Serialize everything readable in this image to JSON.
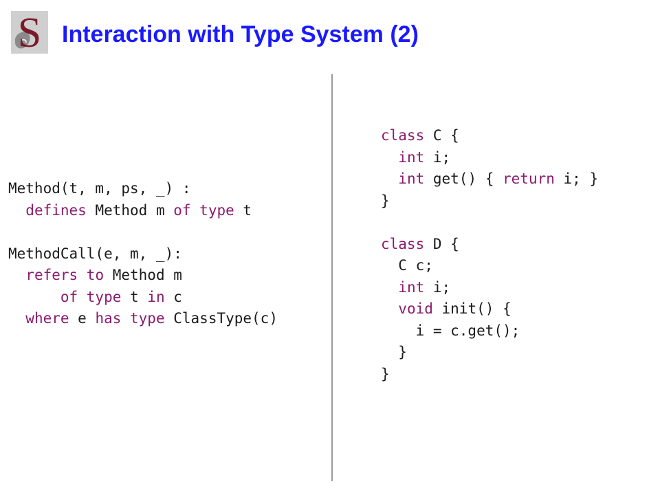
{
  "header": {
    "title": "Interaction with Type System (2)",
    "logo_letter": "S"
  },
  "colors": {
    "title": "#1a1aff",
    "keyword": "#8b1b6e",
    "text": "#1a1a1a",
    "divider": "#9a9a9a",
    "logo_red": "#7a1a2a",
    "logo_gray": "#8a8a8a"
  },
  "left_code": {
    "lines": [
      [
        {
          "t": "Method(t, m, ps, _) :",
          "k": "id"
        }
      ],
      [
        {
          "t": "  ",
          "k": "id"
        },
        {
          "t": "defines",
          "k": "kw"
        },
        {
          "t": " Method m ",
          "k": "id"
        },
        {
          "t": "of type",
          "k": "kw"
        },
        {
          "t": " t",
          "k": "id"
        }
      ],
      [
        {
          "t": "",
          "k": "id"
        }
      ],
      [
        {
          "t": "MethodCall(e, m, _):",
          "k": "id"
        }
      ],
      [
        {
          "t": "  ",
          "k": "id"
        },
        {
          "t": "refers to",
          "k": "kw"
        },
        {
          "t": " Method m",
          "k": "id"
        }
      ],
      [
        {
          "t": "      ",
          "k": "id"
        },
        {
          "t": "of type",
          "k": "kw"
        },
        {
          "t": " t ",
          "k": "id"
        },
        {
          "t": "in",
          "k": "kw"
        },
        {
          "t": " c",
          "k": "id"
        }
      ],
      [
        {
          "t": "  ",
          "k": "id"
        },
        {
          "t": "where",
          "k": "kw"
        },
        {
          "t": " e ",
          "k": "id"
        },
        {
          "t": "has type",
          "k": "kw"
        },
        {
          "t": " ClassType(c)",
          "k": "id"
        }
      ]
    ]
  },
  "right_code": {
    "lines": [
      [
        {
          "t": "class",
          "k": "kw"
        },
        {
          "t": " C {",
          "k": "id"
        }
      ],
      [
        {
          "t": "  ",
          "k": "id"
        },
        {
          "t": "int",
          "k": "kw"
        },
        {
          "t": " i;",
          "k": "id"
        }
      ],
      [
        {
          "t": "  ",
          "k": "id"
        },
        {
          "t": "int",
          "k": "kw"
        },
        {
          "t": " get() { ",
          "k": "id"
        },
        {
          "t": "return",
          "k": "kw"
        },
        {
          "t": " i; }",
          "k": "id"
        }
      ],
      [
        {
          "t": "}",
          "k": "id"
        }
      ],
      [
        {
          "t": "",
          "k": "id"
        }
      ],
      [
        {
          "t": "class",
          "k": "kw"
        },
        {
          "t": " D {",
          "k": "id"
        }
      ],
      [
        {
          "t": "  C c;",
          "k": "id"
        }
      ],
      [
        {
          "t": "  ",
          "k": "id"
        },
        {
          "t": "int",
          "k": "kw"
        },
        {
          "t": " i;",
          "k": "id"
        }
      ],
      [
        {
          "t": "  ",
          "k": "id"
        },
        {
          "t": "void",
          "k": "kw"
        },
        {
          "t": " init() {",
          "k": "id"
        }
      ],
      [
        {
          "t": "    i = c.get();",
          "k": "id"
        }
      ],
      [
        {
          "t": "  }",
          "k": "id"
        }
      ],
      [
        {
          "t": "}",
          "k": "id"
        }
      ]
    ]
  }
}
